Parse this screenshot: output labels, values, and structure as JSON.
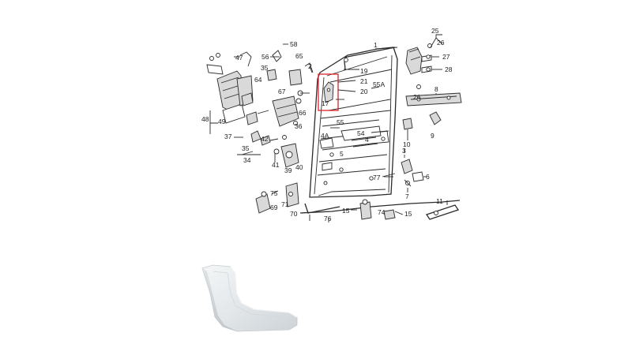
{
  "diagram": {
    "labels": {
      "l1": "1",
      "l2": "2",
      "l3": "3",
      "l4": "4",
      "l4a": "4A",
      "l5": "5",
      "l6": "6",
      "l7": "7",
      "l8": "8",
      "l9": "9",
      "l10": "10",
      "l11": "11",
      "l15a": "15",
      "l15b": "15",
      "l17": "17",
      "l19": "19",
      "l20": "20",
      "l21": "21",
      "l25": "25",
      "l26a": "26",
      "l26b": "26",
      "l27": "27",
      "l28": "28",
      "l34": "34",
      "l35a": "35",
      "l35b": "35",
      "l36": "36",
      "l37": "37",
      "l39": "39",
      "l40": "40",
      "l41": "41",
      "l42": "42",
      "l47": "47",
      "l48": "48",
      "l49": "49",
      "l54": "54",
      "l55": "55",
      "l55a": "55A",
      "l56": "56",
      "l58": "58",
      "l64": "64",
      "l65": "65",
      "l66": "66",
      "l67": "67",
      "l69": "69",
      "l70": "70",
      "l71": "71",
      "l74": "74",
      "l75": "75",
      "l76": "76",
      "l77": "77"
    },
    "highlight_color": "#e0242b"
  },
  "product": {
    "color": "#e8ebed"
  }
}
